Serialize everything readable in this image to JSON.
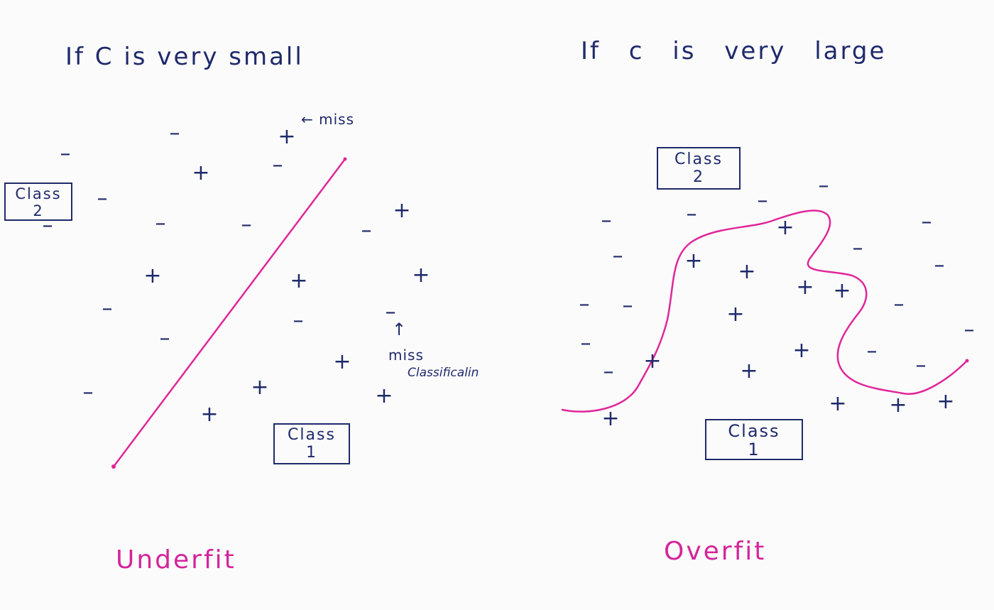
{
  "left": {
    "title": "If C is very small",
    "class_box_top": {
      "line1": "Class",
      "line2": "2"
    },
    "class_box_bottom": {
      "line1": "Class",
      "line2": "1"
    },
    "annotation_miss": "← miss",
    "annotation_misclass_line1": "miss",
    "annotation_misclass_line2": "Classificalin",
    "arrow_up": "↑",
    "verdict": "Underfit",
    "plus_symbol": "+",
    "minus_symbol": "–"
  },
  "right": {
    "title": "If c is very large",
    "class_box_top": {
      "line1": "Class",
      "line2": "2"
    },
    "class_box_bottom": {
      "line1": "Class",
      "line2": "1"
    },
    "verdict": "Overfit",
    "plus_symbol": "+",
    "minus_symbol": "–"
  },
  "colors": {
    "ink": "#1f2a6b",
    "boundary": "#e0269a",
    "verdict": "#d4259a"
  }
}
